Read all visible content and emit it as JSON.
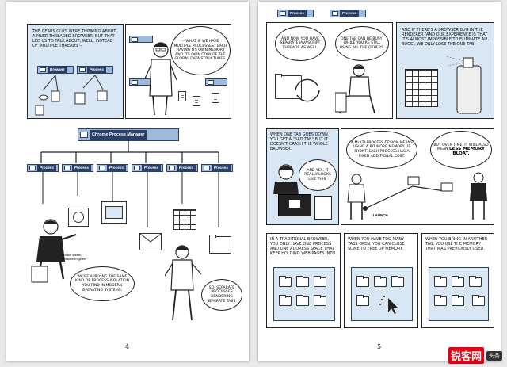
{
  "left_page": {
    "panel1_caption": "The Gears guys were thinking about a multi-threaded browser, but that led us to talk about, well, instead of multiple threads --",
    "browser_tab_label": "Browser",
    "process_label": "Process",
    "panel2_bubble": "-- what if we have multiple processes? Each having its own memory and its own copy of the global data structures.",
    "manager_title": "Chrome Process Manager",
    "process_tabs": [
      "Process",
      "Process",
      "Process",
      "Process",
      "Process",
      "Process"
    ],
    "engineer_name": "Arnaud Weber,",
    "engineer_title": "Software Engineer",
    "bubble_applying": "We're applying the same kind of process isolation you find in modern operating systems.",
    "bubble_separate": "So, separate processes rendering separate tabs.",
    "page_number": "4"
  },
  "right_page": {
    "top_tabs": [
      "Process",
      "Process"
    ],
    "bubble_separate_js": "And now you have separate javascript threads as well.",
    "bubble_one_tab": "One tab can be busy, while you're still using all the others.",
    "caption_bug": "And if there's a browser bug in the renderer (and our experience is that it's almost impossible to eliminate all bugs), we only lose the one tab.",
    "caption_sad_tab": "When one tab goes down you get a \"sad tab\" but it doesn't crash the whole browser.",
    "bubble_sad_tab": "And yes, it really looks like this.",
    "caption_memory": "A multi-process design means using a bit more memory up front. Each process has a fixed additional cost.",
    "bubble_less_memory_pre": "But over time, it will also mean",
    "bubble_less_memory_emph": "less memory bloat.",
    "launch_label": "Launch",
    "caption_traditional": "In a traditional browser, you only have one process and one address space that keep holding web pages into.",
    "caption_too_many": "When you have too many tabs open, you can close some to free up memory.",
    "caption_another_tab": "When you bring in another tab, you use the memory that was previously used.",
    "page_number": "5"
  },
  "watermark": {
    "logo": "锐客网",
    "sub": "头条"
  },
  "colors": {
    "accent_blue": "#9db9dc",
    "dark_blue": "#2a3f66",
    "panel_blue": "#d9e6f3"
  }
}
